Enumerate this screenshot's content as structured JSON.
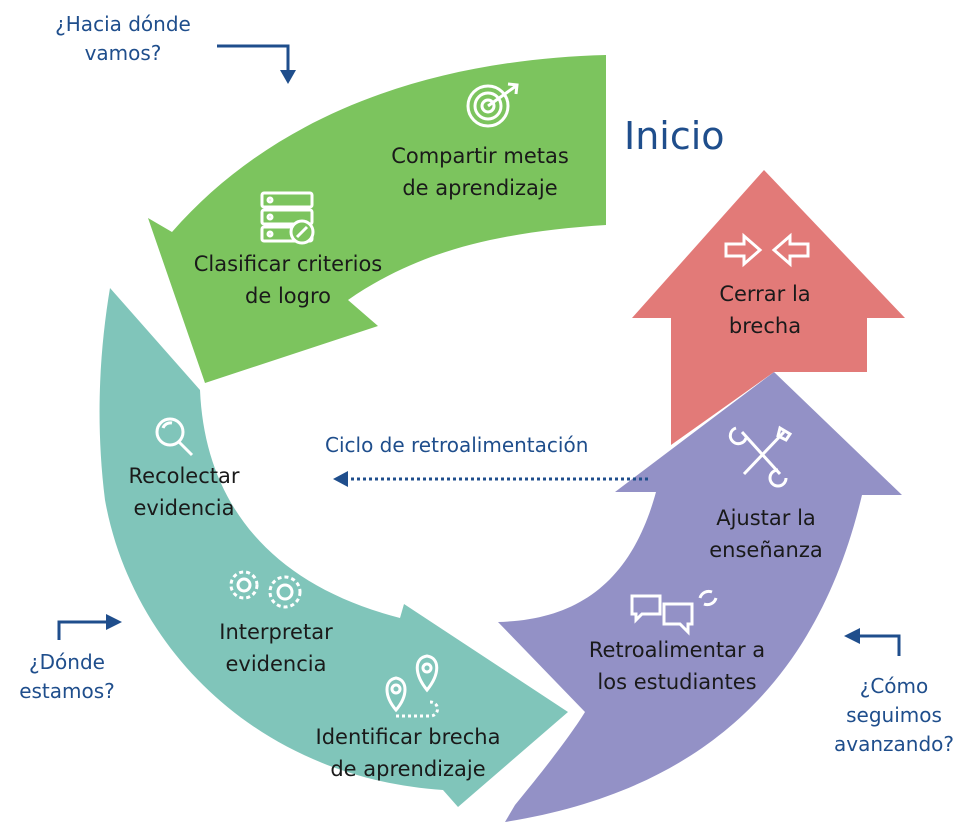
{
  "colors": {
    "green": "#7cc45e",
    "teal": "#80c5ba",
    "purple": "#9391c6",
    "red": "#e27a78",
    "navy": "#1f4e8c",
    "text": "#1a1a1a"
  },
  "title": "Inicio",
  "feedback_cycle": "Ciclo de retroalimentación",
  "questions": {
    "where_going": [
      "¿Hacia dónde",
      "vamos?"
    ],
    "where_are": [
      "¿Dónde",
      "estamos?"
    ],
    "how_advance": [
      "¿Cómo",
      "seguimos",
      "avanzando?"
    ]
  },
  "steps": {
    "share_goals": [
      "Compartir metas",
      "de aprendizaje"
    ],
    "classify_criteria": [
      "Clasificar criterios",
      "de logro"
    ],
    "collect_evidence": [
      "Recolectar",
      "evidencia"
    ],
    "interpret_evidence": [
      "Interpretar",
      "evidencia"
    ],
    "identify_gap": [
      "Identificar brecha",
      "de aprendizaje"
    ],
    "give_feedback": [
      "Retroalimentar a",
      "los estudiantes"
    ],
    "adjust_teaching": [
      "Ajustar la",
      "enseñanza"
    ],
    "close_gap": [
      "Cerrar la",
      "brecha"
    ]
  },
  "icons": {
    "share_goals": "target-icon",
    "classify_criteria": "server-check-icon",
    "collect_evidence": "magnifier-icon",
    "interpret_evidence": "gears-icon",
    "identify_gap": "map-pins-icon",
    "give_feedback": "chat-refresh-icon",
    "adjust_teaching": "tools-icon",
    "close_gap": "converging-arrows-icon"
  }
}
